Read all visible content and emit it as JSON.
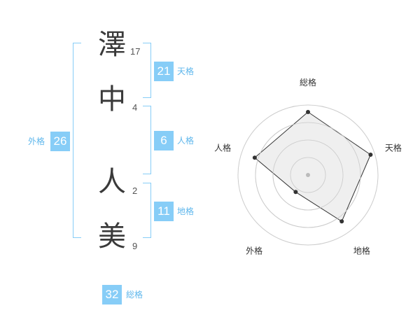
{
  "name": {
    "chars": [
      {
        "char": "澤",
        "strokes": "17"
      },
      {
        "char": "中",
        "strokes": "4"
      },
      {
        "char": "人",
        "strokes": "2"
      },
      {
        "char": "美",
        "strokes": "9"
      }
    ]
  },
  "fortunes": {
    "tenkaku": {
      "value": "21",
      "label": "天格"
    },
    "jinkaku": {
      "value": "6",
      "label": "人格"
    },
    "chikaku": {
      "value": "11",
      "label": "地格"
    },
    "gaikaku": {
      "value": "26",
      "label": "外格"
    },
    "soukaku": {
      "value": "32",
      "label": "総格"
    }
  },
  "chart_data": {
    "type": "radar",
    "axes": [
      "総格",
      "天格",
      "地格",
      "外格",
      "人格"
    ],
    "values": [
      0.9,
      0.94,
      0.82,
      0.3,
      0.8
    ],
    "rings": 4,
    "colors": {
      "fill": "#ebebeb",
      "line": "#333333",
      "grid": "#cccccc",
      "point": "#333333",
      "center": "#bbbbbb"
    }
  },
  "colors": {
    "accent": "#87cdf7",
    "label": "#5fb7ec"
  }
}
